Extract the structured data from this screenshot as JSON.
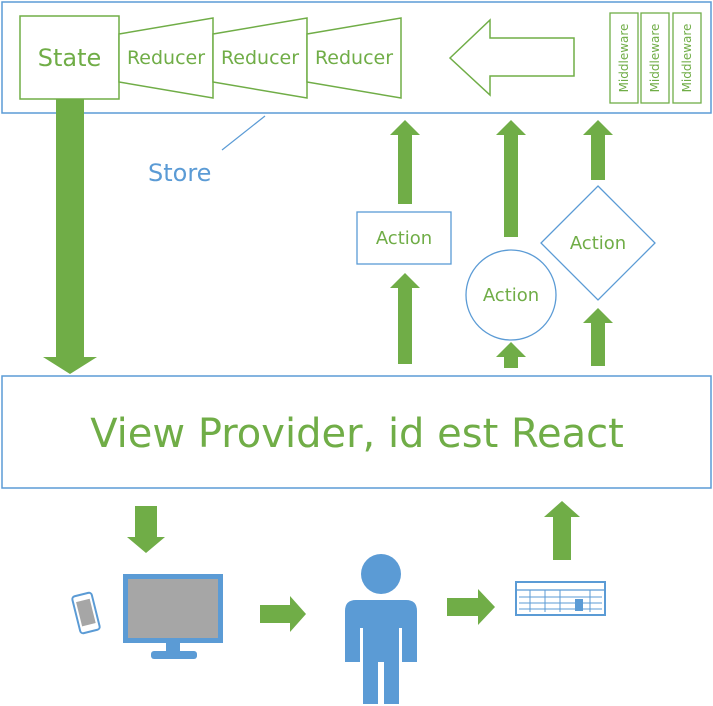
{
  "store": {
    "state_label": "State",
    "reducer_labels": [
      "Reducer",
      "Reducer",
      "Reducer"
    ],
    "middleware_labels": [
      "Middleware",
      "Middleware",
      "Middleware"
    ],
    "store_label": "Store"
  },
  "actions": {
    "rect_label": "Action",
    "circle_label": "Action",
    "diamond_label": "Action"
  },
  "view": {
    "label": "View Provider, id est React"
  },
  "icons": [
    "phone-icon",
    "monitor-icon",
    "user-icon",
    "keyboard-icon"
  ],
  "colors": {
    "green": "#70ad47",
    "blue": "#5b9bd5",
    "screen_gray": "#a6a6a6"
  }
}
